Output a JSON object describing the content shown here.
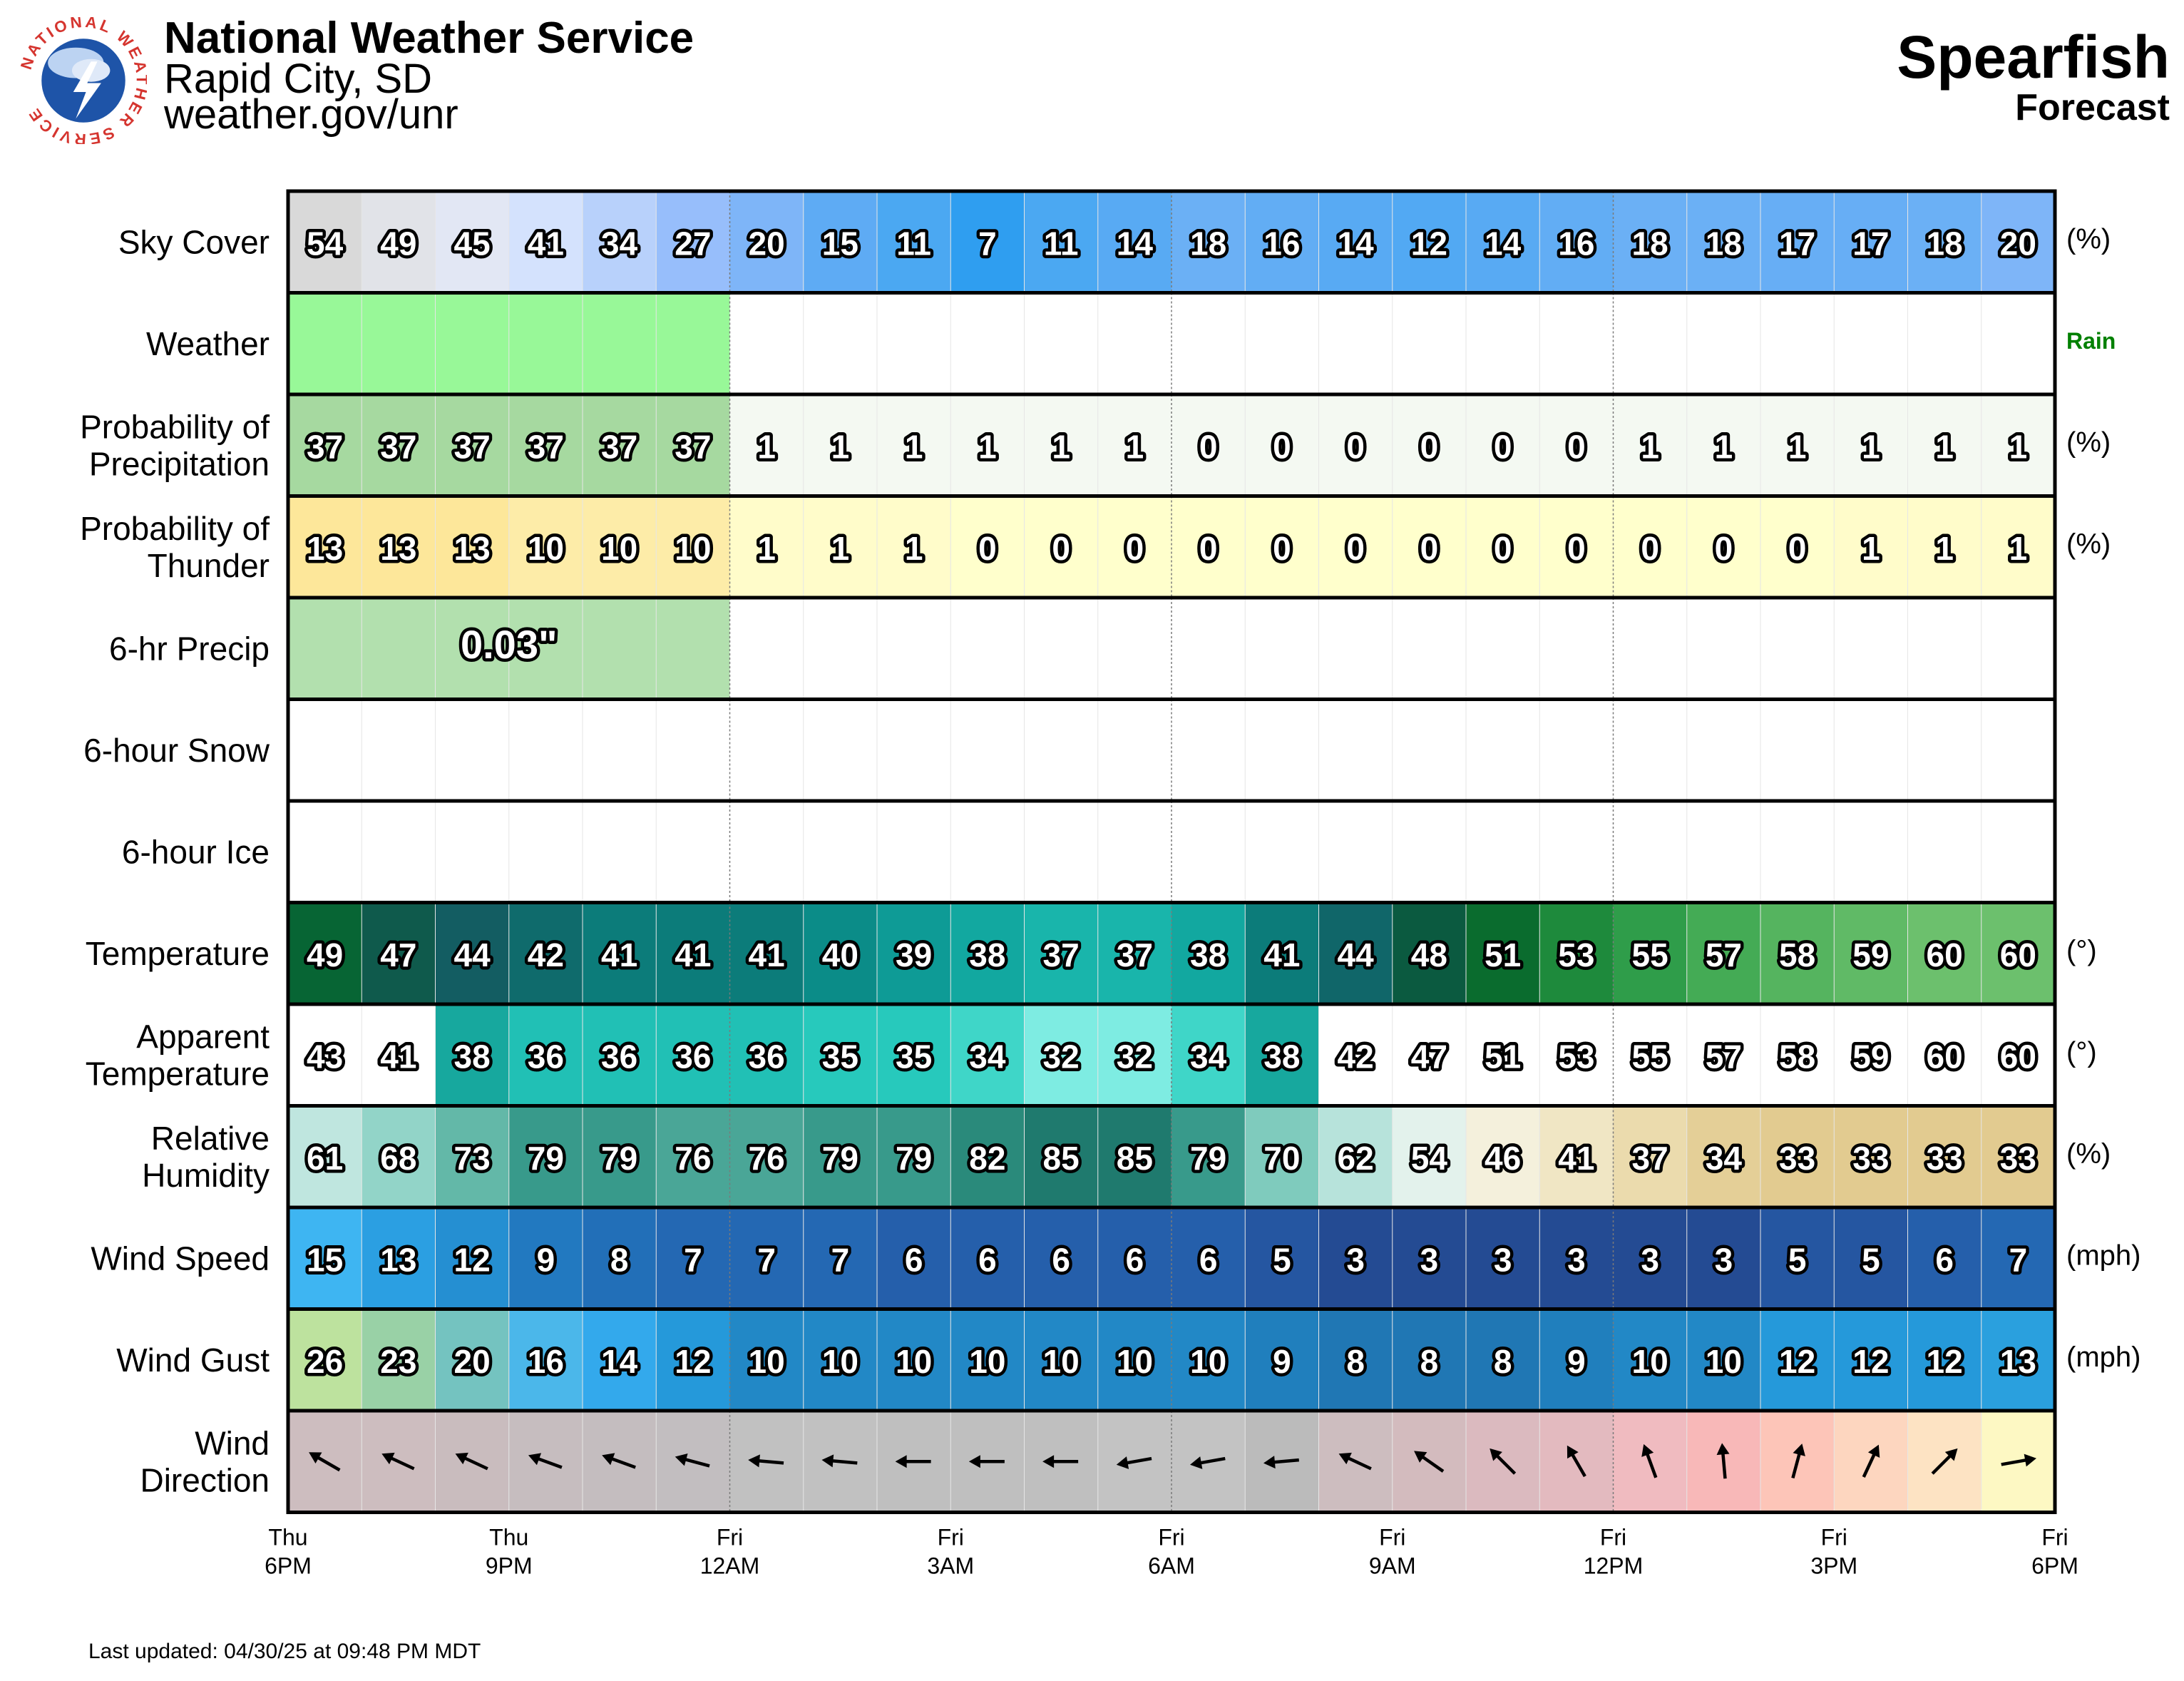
{
  "header": {
    "org": "National Weather Service",
    "office": "Rapid City, SD",
    "site": "weather.gov/unr",
    "location": "Spearfish",
    "subtitle": "Forecast",
    "logo_letters": "NATIONAL WEATHER SERVICE"
  },
  "footer": {
    "last_updated": "Last updated: 04/30/25 at 09:48 PM MDT"
  },
  "colors": {
    "border": "#000000",
    "rain_label": "#008000",
    "value_text": "#ffffff",
    "value_stroke": "#000000"
  },
  "chart_data": {
    "type": "table",
    "hours": 24,
    "time_labels": [
      {
        "day": "Thu",
        "time": "6PM",
        "hour_index": 0
      },
      {
        "day": "Thu",
        "time": "9PM",
        "hour_index": 3
      },
      {
        "day": "Fri",
        "time": "12AM",
        "hour_index": 6
      },
      {
        "day": "Fri",
        "time": "3AM",
        "hour_index": 9
      },
      {
        "day": "Fri",
        "time": "6AM",
        "hour_index": 12
      },
      {
        "day": "Fri",
        "time": "9AM",
        "hour_index": 15
      },
      {
        "day": "Fri",
        "time": "12PM",
        "hour_index": 18
      },
      {
        "day": "Fri",
        "time": "3PM",
        "hour_index": 21
      },
      {
        "day": "Fri",
        "time": "6PM",
        "hour_index": 24
      }
    ],
    "rows": [
      {
        "label": [
          "Sky Cover"
        ],
        "unit": "(%)",
        "kind": "values",
        "values": [
          54,
          49,
          45,
          41,
          34,
          27,
          20,
          15,
          11,
          7,
          11,
          14,
          18,
          16,
          14,
          12,
          14,
          16,
          18,
          18,
          17,
          17,
          18,
          20
        ],
        "colors": [
          "#d9d9d9",
          "#e1e3e8",
          "#e2e7f4",
          "#d4e2fd",
          "#b8d1fb",
          "#97befb",
          "#7eb5f8",
          "#5eabf4",
          "#4ba8f2",
          "#2f9ef0",
          "#4ba8f2",
          "#58aaf3",
          "#6bb0f5",
          "#62adf4",
          "#58aaf3",
          "#52a9f3",
          "#58aaf3",
          "#62adf4",
          "#6bb0f5",
          "#6bb0f5",
          "#67aef5",
          "#67aef5",
          "#6bb0f5",
          "#7eb5f8"
        ]
      },
      {
        "label": [
          "Weather"
        ],
        "unit": "Rain",
        "unit_color": "#008000",
        "kind": "blocks",
        "blocks": [
          {
            "start": 0,
            "end": 6,
            "color": "#98f898",
            "text": ""
          },
          {
            "start": 6,
            "end": 24,
            "color": "#ffffff",
            "text": ""
          }
        ]
      },
      {
        "label": [
          "Probability of",
          "Precipitation"
        ],
        "unit": "(%)",
        "kind": "values",
        "values": [
          37,
          37,
          37,
          37,
          37,
          37,
          1,
          1,
          1,
          1,
          1,
          1,
          0,
          0,
          0,
          0,
          0,
          0,
          1,
          1,
          1,
          1,
          1,
          1
        ],
        "colors": [
          "#a6d9a0",
          "#a6d9a0",
          "#a6d9a0",
          "#a6d9a0",
          "#a6d9a0",
          "#a6d9a0",
          "#f4f9f2",
          "#f4f9f2",
          "#f4f9f2",
          "#f4f9f2",
          "#f4f9f2",
          "#f4f9f2",
          "#f4f9f2",
          "#f4f9f2",
          "#f4f9f2",
          "#f4f9f2",
          "#f4f9f2",
          "#f4f9f2",
          "#f4f9f2",
          "#f4f9f2",
          "#f4f9f2",
          "#f4f9f2",
          "#f4f9f2",
          "#f4f9f2"
        ]
      },
      {
        "label": [
          "Probability of",
          "Thunder"
        ],
        "unit": "(%)",
        "kind": "values",
        "values": [
          13,
          13,
          13,
          10,
          10,
          10,
          1,
          1,
          1,
          0,
          0,
          0,
          0,
          0,
          0,
          0,
          0,
          0,
          0,
          0,
          0,
          1,
          1,
          1
        ],
        "colors": [
          "#fde79a",
          "#fde79a",
          "#fde79a",
          "#fdeca8",
          "#fdeca8",
          "#fdeca8",
          "#fffcca",
          "#fffcca",
          "#fffcca",
          "#ffffcc",
          "#ffffcc",
          "#ffffcc",
          "#ffffcc",
          "#ffffcc",
          "#ffffcc",
          "#ffffcc",
          "#ffffcc",
          "#ffffcc",
          "#ffffcc",
          "#ffffcc",
          "#ffffcc",
          "#fffcca",
          "#fffcca",
          "#fffcca"
        ]
      },
      {
        "label": [
          "6-hr Precip"
        ],
        "unit": "",
        "kind": "blocks",
        "blocks": [
          {
            "start": 0,
            "end": 6,
            "color": "#b2e0ae",
            "text": "0.03\""
          },
          {
            "start": 6,
            "end": 24,
            "color": "#ffffff",
            "text": ""
          }
        ]
      },
      {
        "label": [
          "6-hour Snow"
        ],
        "unit": "",
        "kind": "blocks",
        "blocks": [
          {
            "start": 0,
            "end": 24,
            "color": "#ffffff",
            "text": ""
          }
        ]
      },
      {
        "label": [
          "6-hour Ice"
        ],
        "unit": "",
        "kind": "blocks",
        "blocks": [
          {
            "start": 0,
            "end": 24,
            "color": "#ffffff",
            "text": ""
          }
        ]
      },
      {
        "label": [
          "Temperature"
        ],
        "unit": "(°)",
        "kind": "values",
        "values": [
          49,
          47,
          44,
          42,
          41,
          41,
          41,
          40,
          39,
          38,
          37,
          37,
          38,
          41,
          44,
          48,
          51,
          53,
          55,
          57,
          58,
          59,
          60,
          60
        ],
        "colors": [
          "#076534",
          "#0f5a4c",
          "#135d62",
          "#0f6b6c",
          "#0c7c7a",
          "#0c7c7a",
          "#0c7c7a",
          "#0b8c88",
          "#0e9b96",
          "#12a8a0",
          "#19b5ab",
          "#19b5ab",
          "#12a8a0",
          "#0c7c7a",
          "#106669",
          "#0b5a40",
          "#0a6c2e",
          "#1e8a3c",
          "#2f9d4a",
          "#44ab55",
          "#55b45f",
          "#60ba66",
          "#6cc06d",
          "#6cc06d"
        ]
      },
      {
        "label": [
          "Apparent",
          "Temperature"
        ],
        "unit": "(°)",
        "kind": "values",
        "values": [
          43,
          41,
          38,
          36,
          36,
          36,
          36,
          35,
          35,
          34,
          32,
          32,
          34,
          38,
          42,
          47,
          51,
          53,
          55,
          57,
          58,
          59,
          60,
          60
        ],
        "colors": [
          "#ffffff",
          "#ffffff",
          "#17a89e",
          "#21c0b5",
          "#21c0b5",
          "#21c0b5",
          "#21c0b5",
          "#27c9bc",
          "#27c9bc",
          "#3fd6c8",
          "#7eece2",
          "#7eece2",
          "#3fd6c8",
          "#17a89e",
          "#ffffff",
          "#ffffff",
          "#ffffff",
          "#ffffff",
          "#ffffff",
          "#ffffff",
          "#ffffff",
          "#ffffff",
          "#ffffff",
          "#ffffff"
        ]
      },
      {
        "label": [
          "Relative",
          "Humidity"
        ],
        "unit": "(%)",
        "kind": "values",
        "values": [
          61,
          68,
          73,
          79,
          79,
          76,
          76,
          79,
          79,
          82,
          85,
          85,
          79,
          70,
          62,
          54,
          46,
          41,
          37,
          34,
          33,
          33,
          33,
          33
        ],
        "colors": [
          "#bfe6df",
          "#92d4c8",
          "#63b8a8",
          "#389a8b",
          "#389a8b",
          "#4aa697",
          "#4aa697",
          "#389a8b",
          "#389a8b",
          "#2a8a7b",
          "#1f7a6e",
          "#1f7a6e",
          "#389a8b",
          "#7fcbbd",
          "#b7e3db",
          "#e3f2ec",
          "#f4f0dc",
          "#f0e6c4",
          "#ebdbad",
          "#e4cf97",
          "#e2cb90",
          "#e2cb90",
          "#e2cb90",
          "#e2cb90"
        ]
      },
      {
        "label": [
          "Wind Speed"
        ],
        "unit": "(mph)",
        "kind": "values",
        "values": [
          15,
          13,
          12,
          9,
          8,
          7,
          7,
          7,
          6,
          6,
          6,
          6,
          6,
          5,
          3,
          3,
          3,
          3,
          3,
          3,
          5,
          5,
          6,
          7
        ],
        "colors": [
          "#3eb5f2",
          "#2b9fe2",
          "#258fd2",
          "#2279c0",
          "#226fb8",
          "#2468b3",
          "#2468b3",
          "#2468b3",
          "#255fab",
          "#255fab",
          "#255fab",
          "#255fab",
          "#255fab",
          "#2556a1",
          "#244b93",
          "#244b93",
          "#244b93",
          "#244b93",
          "#244b93",
          "#244b93",
          "#2556a1",
          "#2556a1",
          "#255fab",
          "#2468b3"
        ]
      },
      {
        "label": [
          "Wind Gust"
        ],
        "unit": "(mph)",
        "kind": "values",
        "values": [
          26,
          23,
          20,
          16,
          14,
          12,
          10,
          10,
          10,
          10,
          10,
          10,
          10,
          9,
          8,
          8,
          8,
          9,
          10,
          10,
          12,
          12,
          12,
          13
        ],
        "colors": [
          "#bde29e",
          "#99d1a6",
          "#74c3c0",
          "#4bb7ea",
          "#33a9ec",
          "#2599da",
          "#2288c6",
          "#2288c6",
          "#2288c6",
          "#2288c6",
          "#2288c6",
          "#2288c6",
          "#2288c6",
          "#207fbd",
          "#2077b4",
          "#2077b4",
          "#2077b4",
          "#207fbd",
          "#2288c6",
          "#2288c6",
          "#2599da",
          "#2599da",
          "#2599da",
          "#2aa0de"
        ]
      },
      {
        "label": [
          "Wind",
          "Direction"
        ],
        "unit": "",
        "kind": "arrows",
        "directions": [
          300,
          295,
          295,
          290,
          290,
          285,
          275,
          275,
          270,
          270,
          270,
          260,
          260,
          265,
          295,
          305,
          315,
          330,
          340,
          355,
          15,
          25,
          45,
          80
        ],
        "colors": [
          "#cdbdbf",
          "#cdbdbf",
          "#c9bcbe",
          "#c6bdbf",
          "#c4bdbf",
          "#c2bec0",
          "#c1c1c1",
          "#c1c1c1",
          "#bfbfbf",
          "#bfbfbf",
          "#bfbfbf",
          "#c3c3c3",
          "#c3c3c3",
          "#bbbbbb",
          "#cdbdbf",
          "#d3bbbe",
          "#dbbabf",
          "#e3babf",
          "#f0bbc0",
          "#f8b8b8",
          "#fdc5b8",
          "#fdd6bf",
          "#fde3c3",
          "#fdf8c3"
        ]
      }
    ]
  }
}
